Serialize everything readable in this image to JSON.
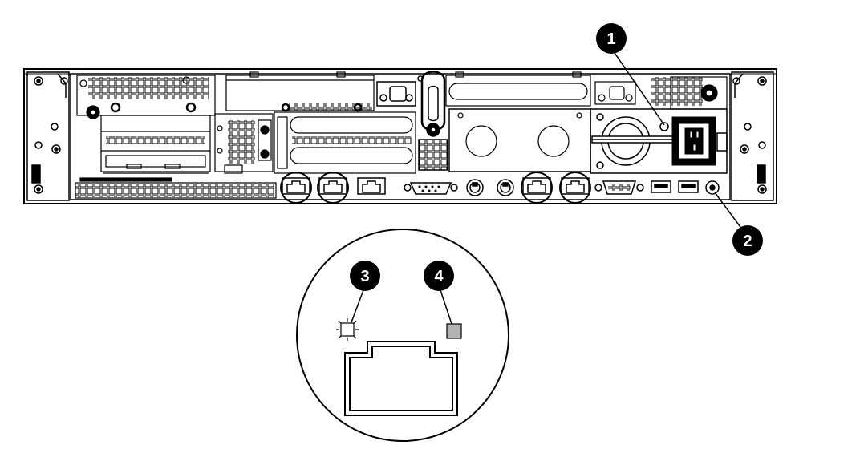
{
  "diagram": {
    "callouts": [
      {
        "label": "1"
      },
      {
        "label": "2"
      },
      {
        "label": "3"
      },
      {
        "label": "4"
      }
    ],
    "colors": {
      "stroke": "#000000",
      "callout_fill": "#000000",
      "callout_text": "#ffffff",
      "activity_led": "#b3b3b3",
      "background": "#ffffff"
    },
    "icons": [
      "server-rear-panel",
      "power-supply-icon",
      "power-inlet-icon",
      "nic-port-icon",
      "usb-port-icon",
      "vga-port-icon",
      "serial-port-icon",
      "ps2-port-icon",
      "uid-button-icon",
      "link-led-icon",
      "activity-led-icon"
    ]
  }
}
